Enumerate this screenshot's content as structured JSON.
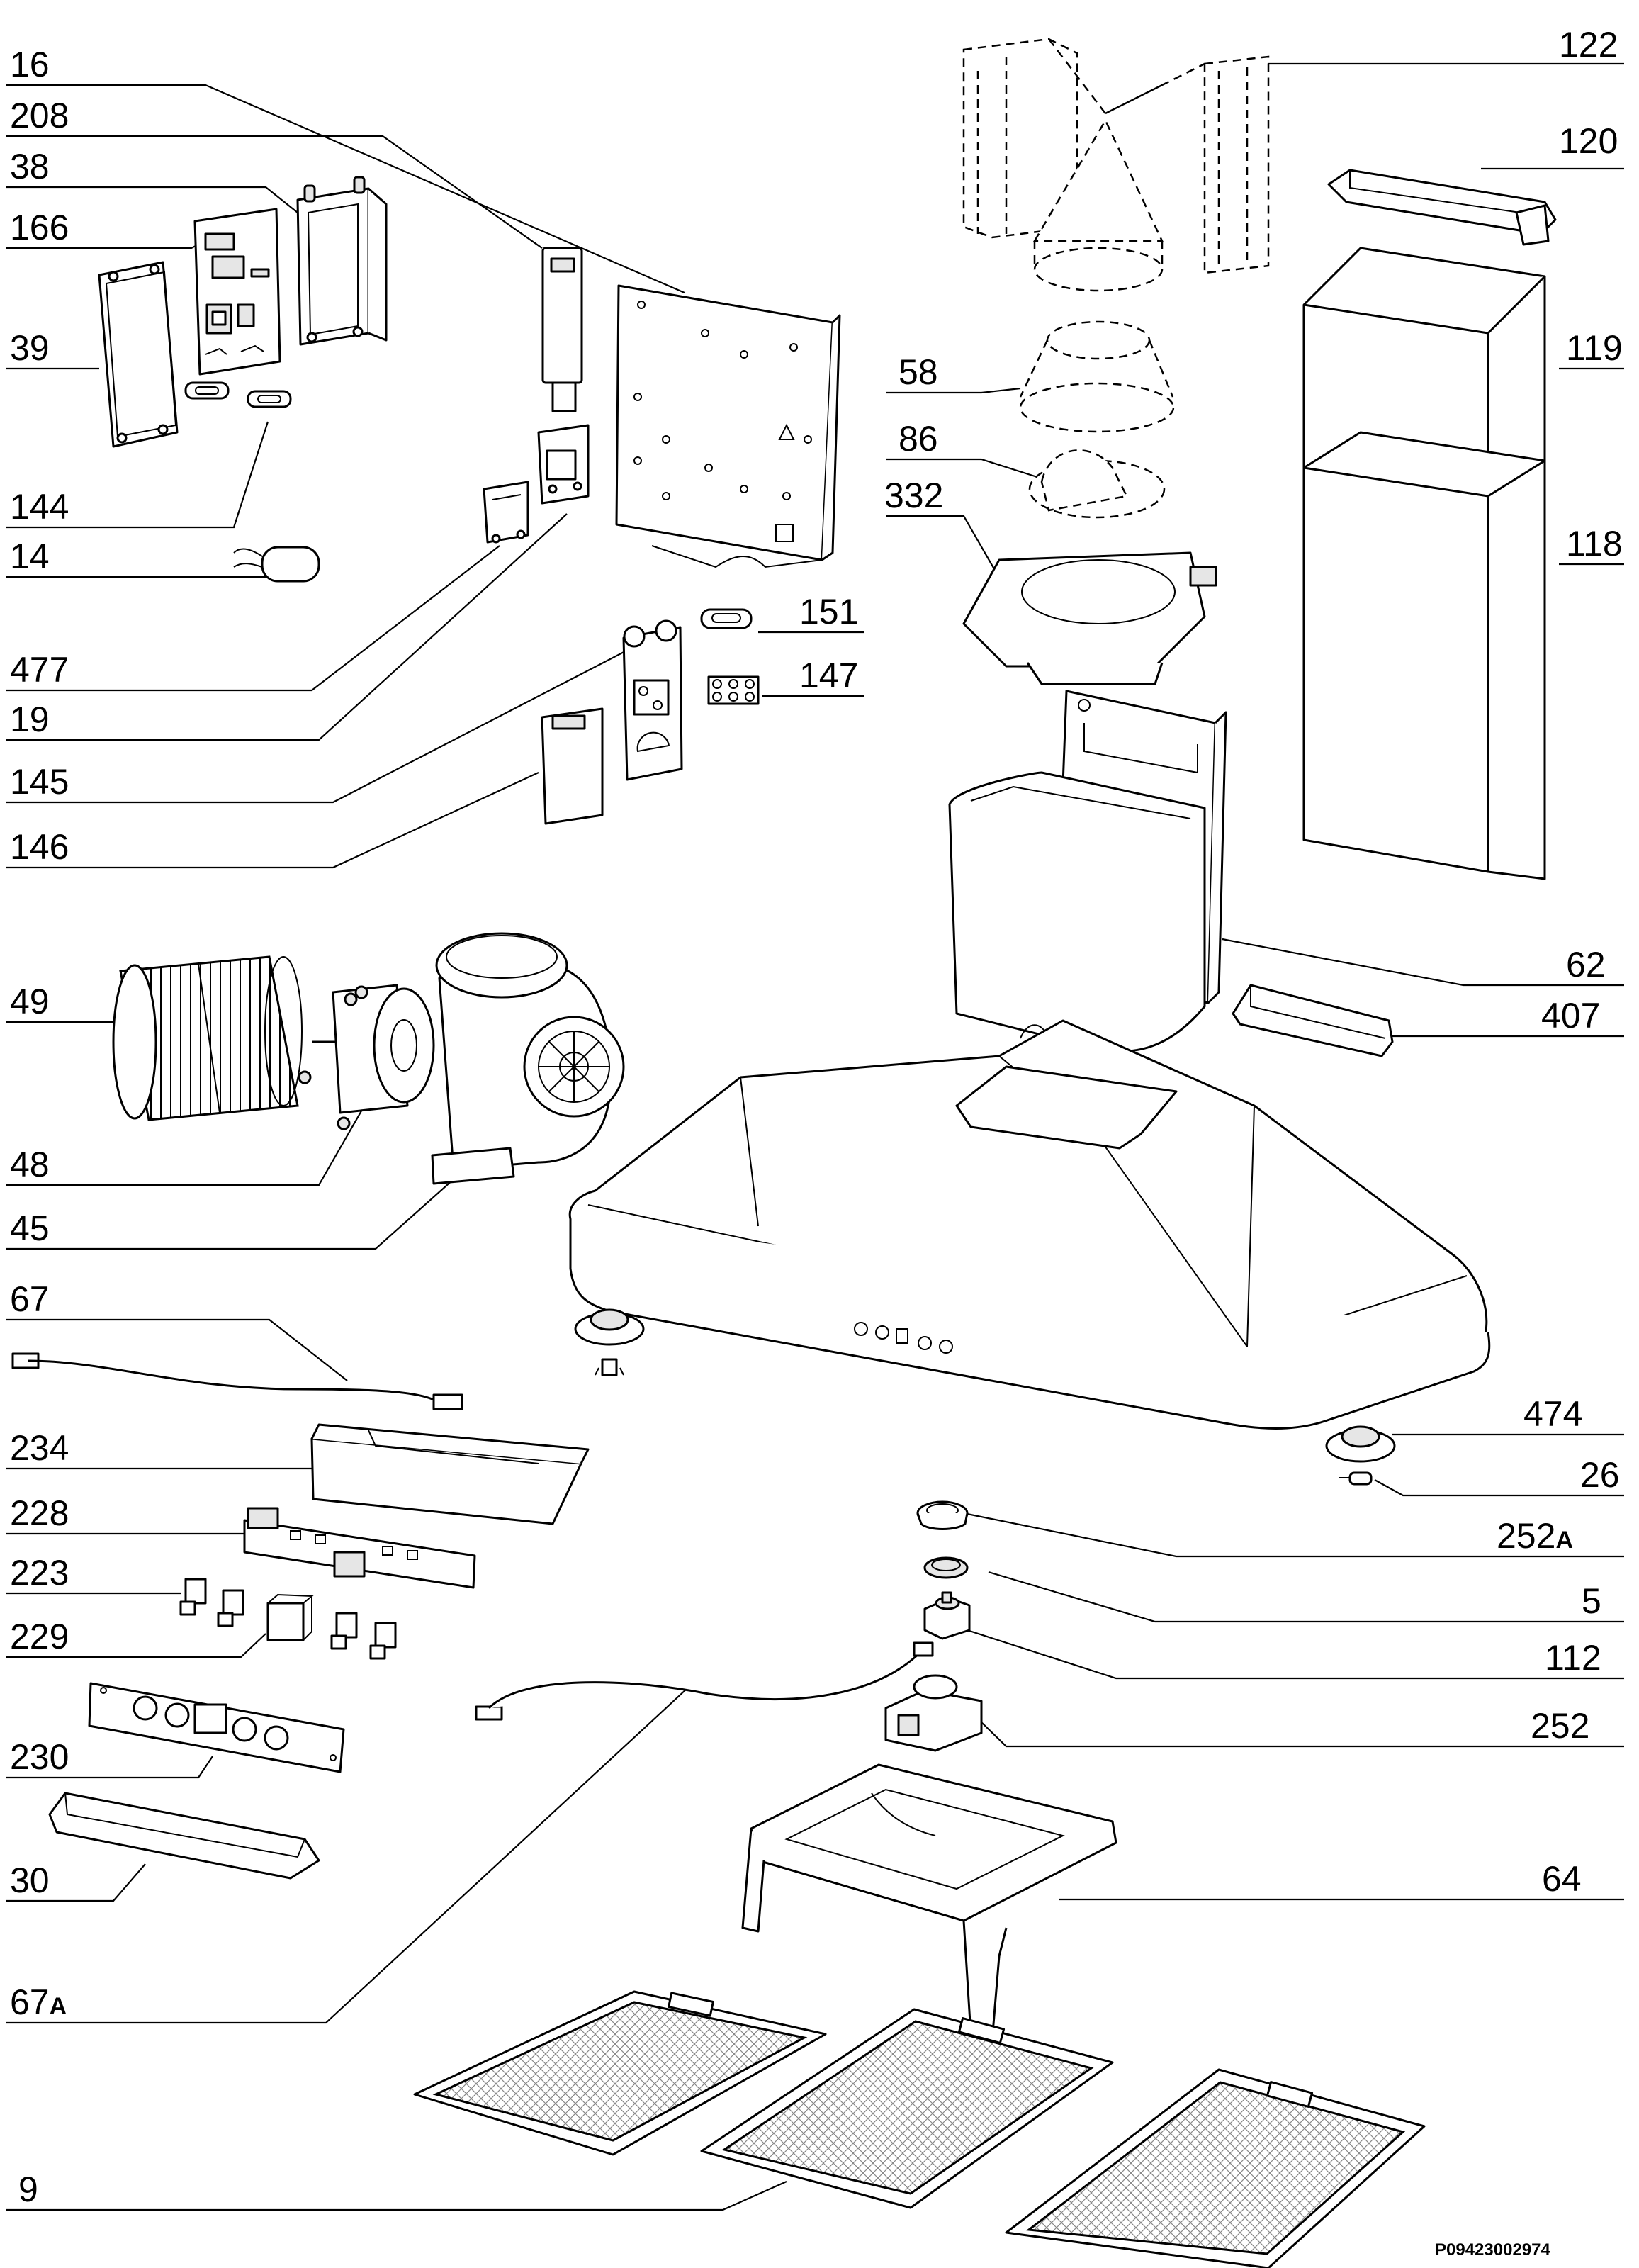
{
  "labels": {
    "l16": "16",
    "l208": "208",
    "l38": "38",
    "l166": "166",
    "l39": "39",
    "l144": "144",
    "l14": "14",
    "l477": "477",
    "l19": "19",
    "l145": "145",
    "l146": "146",
    "l49": "49",
    "l48": "48",
    "l45": "45",
    "l67": "67",
    "l234": "234",
    "l228": "228",
    "l223": "223",
    "l229": "229",
    "l230": "230",
    "l30": "30",
    "l67a": "67",
    "l67a_sub": "A",
    "l9": "9",
    "l122": "122",
    "l120": "120",
    "l119": "119",
    "l118": "118",
    "l58": "58",
    "l86": "86",
    "l332": "332",
    "l151": "151",
    "l147": "147",
    "l62": "62",
    "l407": "407",
    "l474": "474",
    "l26": "26",
    "l252a": "252",
    "l252a_sub": "A",
    "l5": "5",
    "l112": "112",
    "l252": "252",
    "l64": "64"
  },
  "drawing_code": "P09423002974"
}
